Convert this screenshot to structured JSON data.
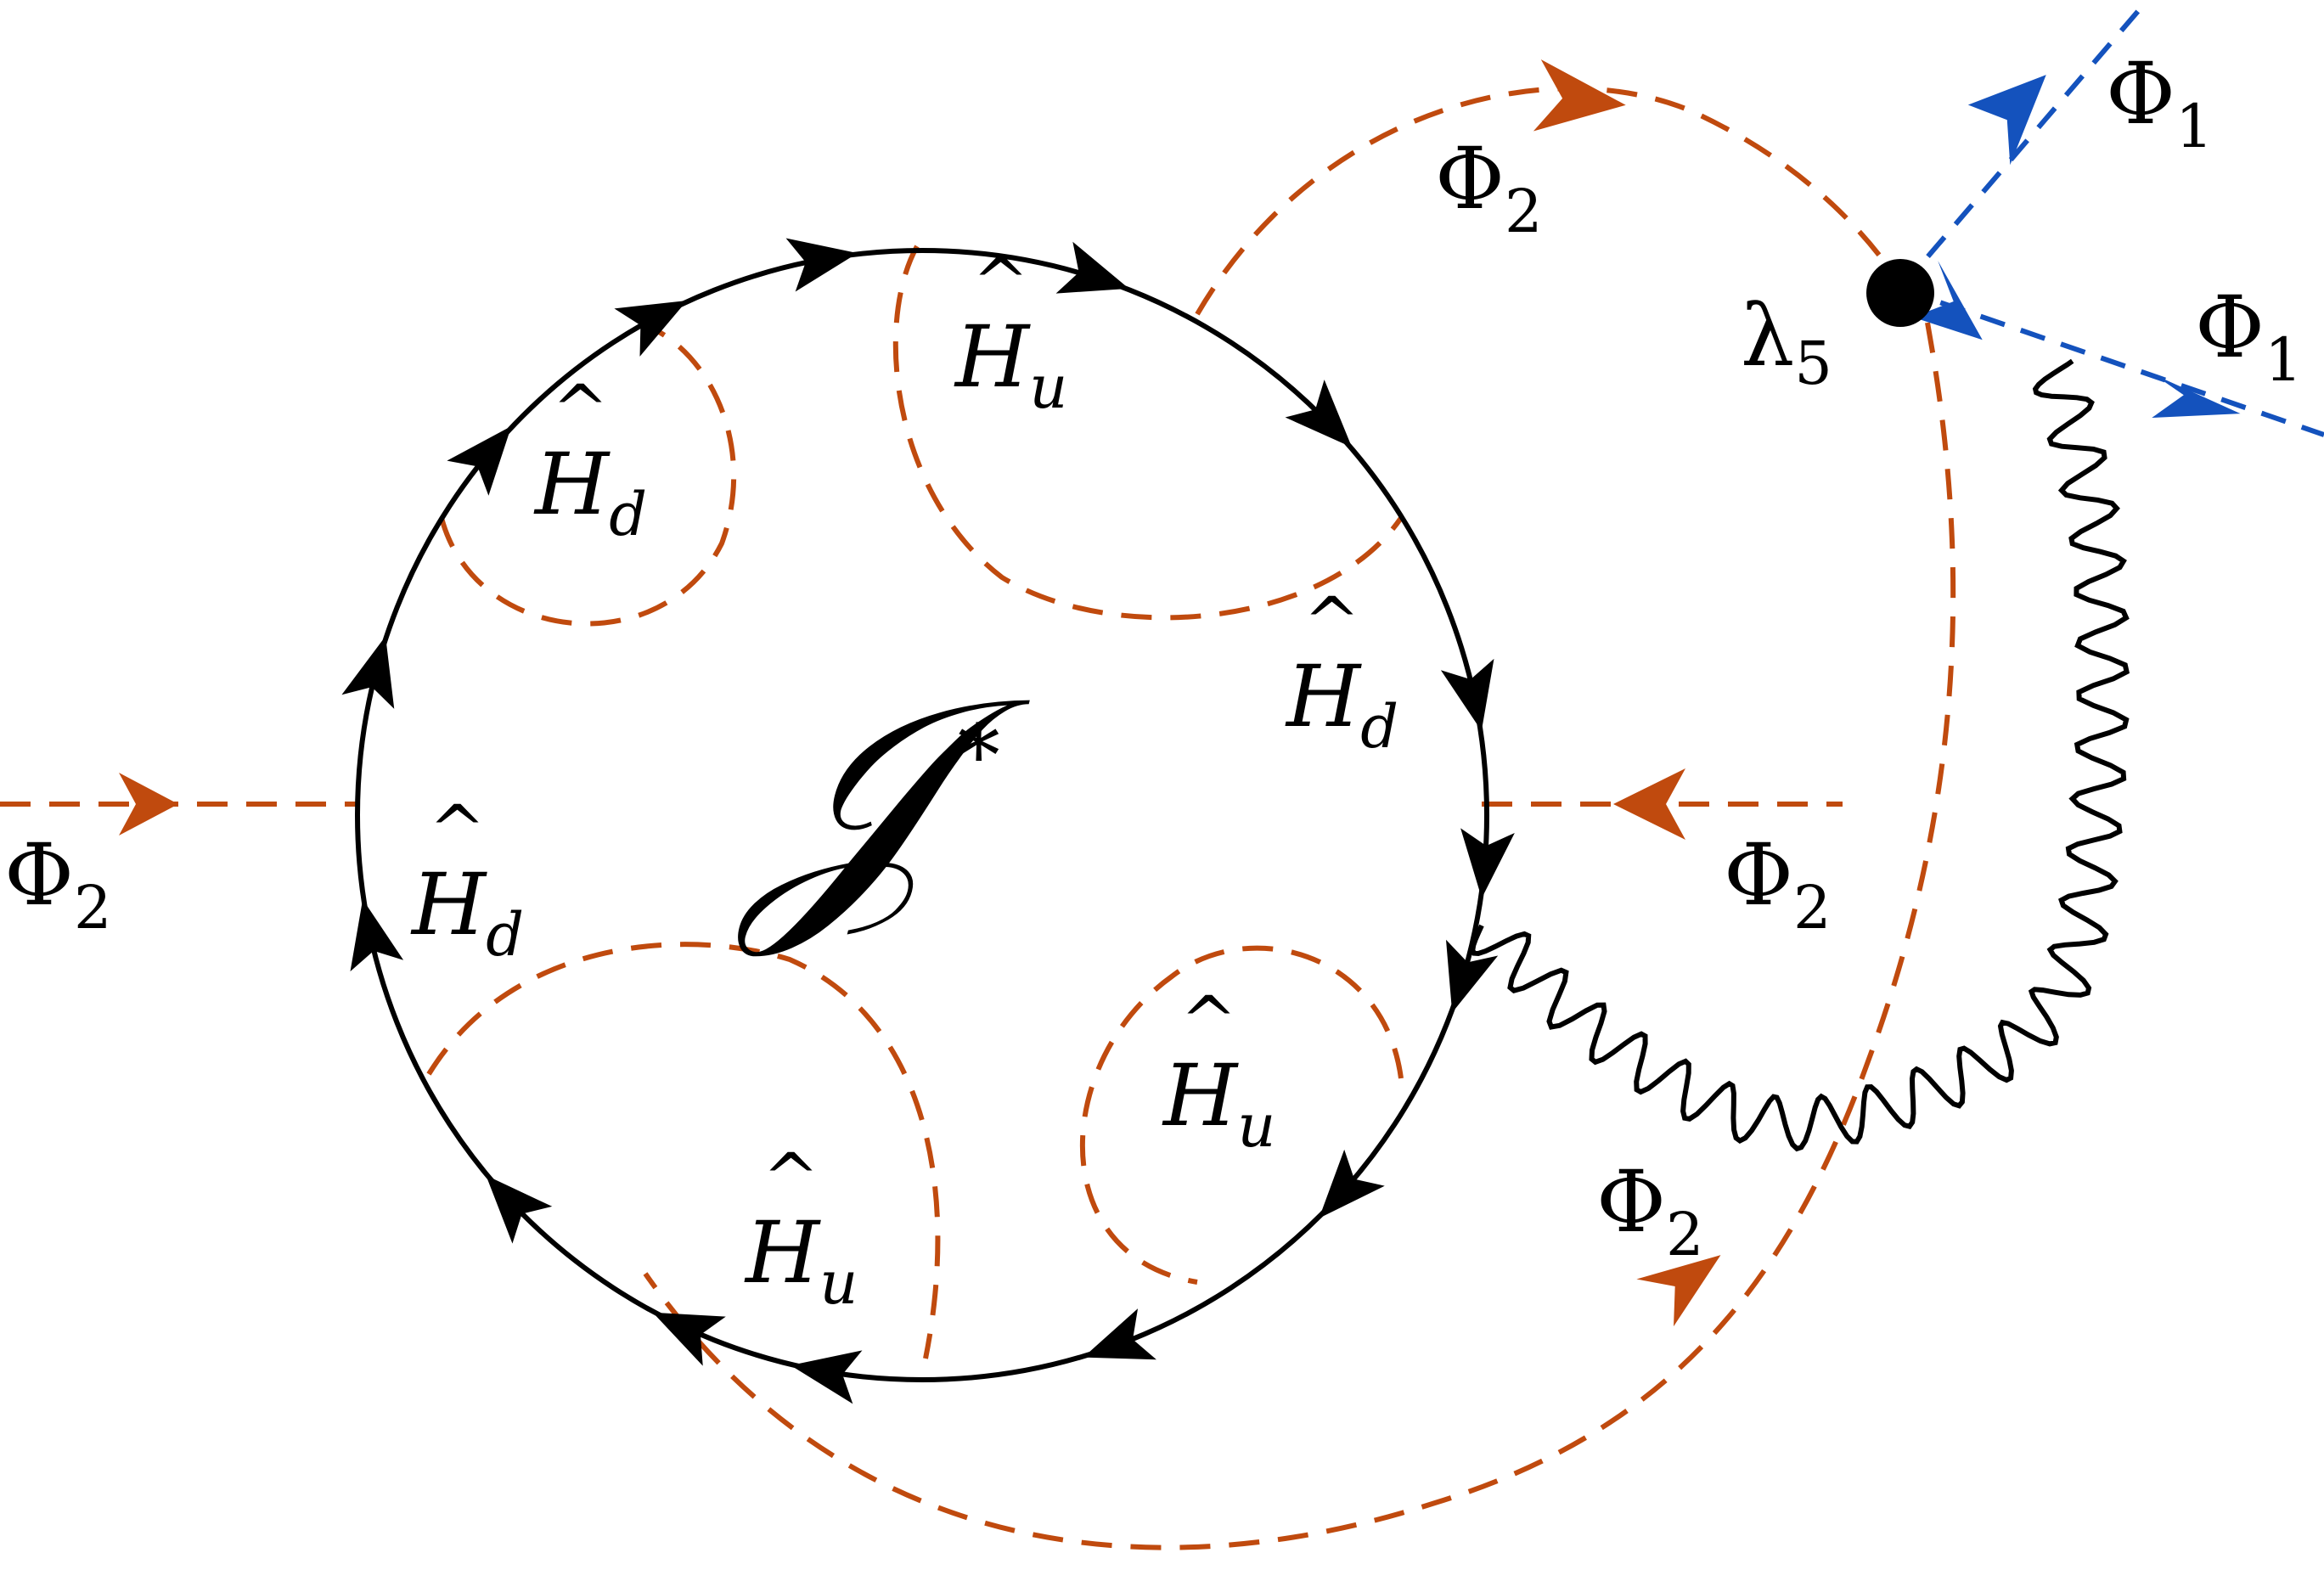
{
  "colors": {
    "scalar_phi2": "#c04a0e",
    "scalar_phi1": "#1452bd",
    "fermion": "#000000",
    "background": "#ffffff"
  },
  "center_label": {
    "symbol": "𝒥",
    "superscript": "*"
  },
  "vertex": {
    "coupling": "λ",
    "coupling_sub": "5"
  },
  "internal_labels": [
    {
      "base": "H",
      "sub": "d"
    },
    {
      "base": "H",
      "sub": "u"
    },
    {
      "base": "H",
      "sub": "d"
    },
    {
      "base": "H",
      "sub": "d"
    },
    {
      "base": "H",
      "sub": "u"
    },
    {
      "base": "H",
      "sub": "u"
    }
  ],
  "external_labels": [
    {
      "base": "Φ",
      "sub": "2"
    },
    {
      "base": "Φ",
      "sub": "2"
    },
    {
      "base": "Φ",
      "sub": "2"
    },
    {
      "base": "Φ",
      "sub": "2"
    },
    {
      "base": "Φ",
      "sub": "1"
    },
    {
      "base": "Φ",
      "sub": "1"
    }
  ]
}
